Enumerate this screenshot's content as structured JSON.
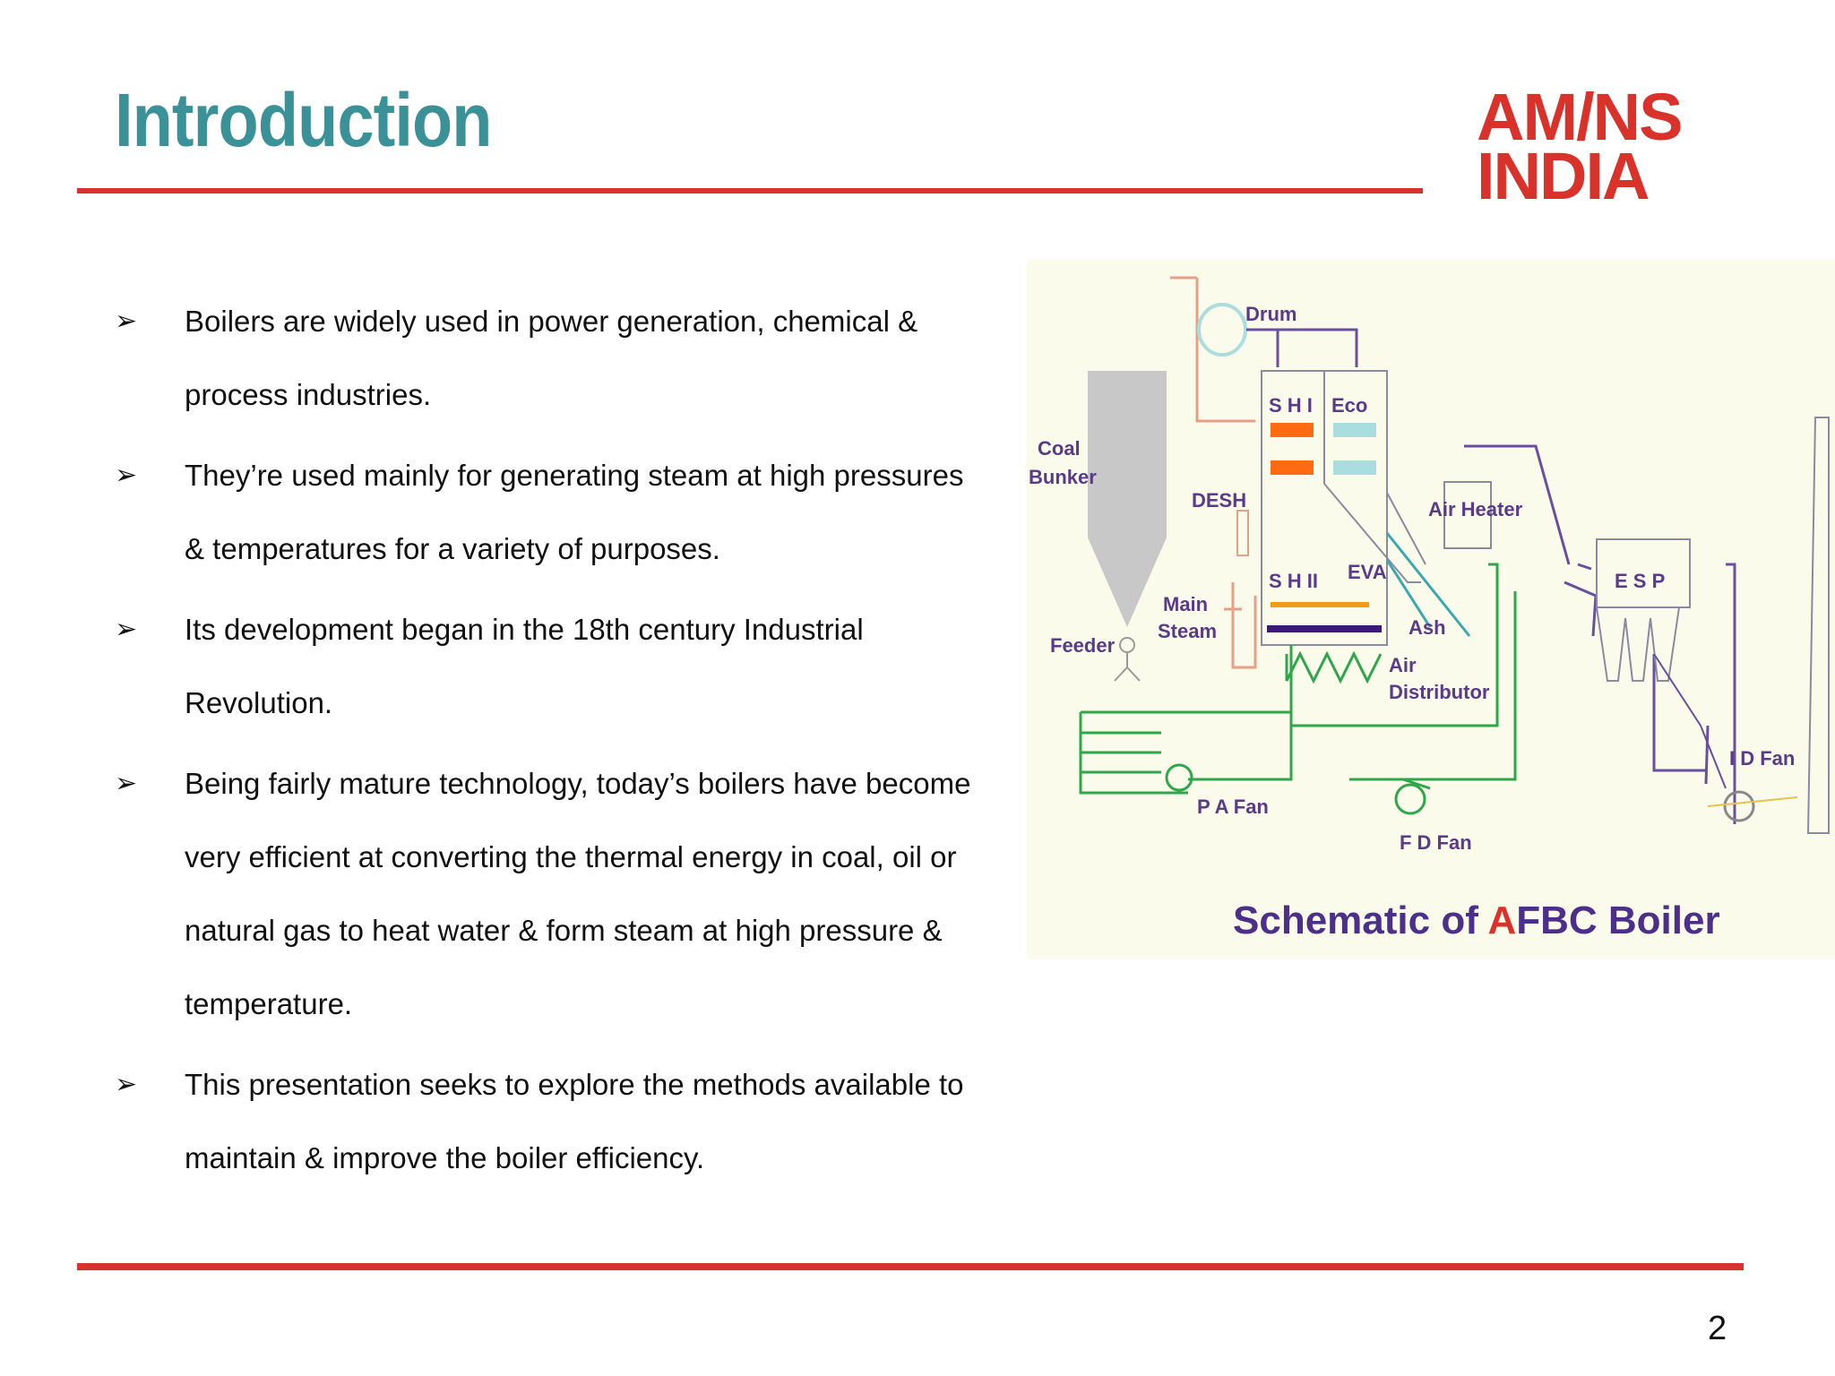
{
  "slide": {
    "title": "Introduction",
    "logo": {
      "line1": "AM/NS",
      "line2": "INDIA"
    },
    "bullet_glyph": "➢",
    "bullets": [
      "Boilers are widely used in power generation, chemical & process industries.",
      "They’re used mainly for generating steam at high pressures & temperatures for a variety of purposes.",
      "Its development began in the 18th century Industrial Revolution.",
      "Being fairly mature technology, today’s boilers have become very efficient at converting the thermal energy in coal, oil or natural gas to heat water & form steam at high pressure & temperature.",
      "This presentation seeks to explore the methods available to maintain & improve the boiler efficiency."
    ],
    "page_number": "2"
  },
  "figure": {
    "caption_parts": [
      "Schematic  of ",
      "A",
      "FBC  Boiler"
    ],
    "labels": {
      "drum": "Drum",
      "coal": "Coal",
      "bunker": "Bunker",
      "desh": "DESH",
      "shi": "S H I",
      "eco": "Eco",
      "shii": "S H II",
      "eva": "EVA",
      "air_heater": "Air Heater",
      "esp": "E S P",
      "main": "Main",
      "steam": "Steam",
      "feeder": "Feeder",
      "ash": "Ash",
      "air": "Air",
      "distributor": "Distributor",
      "pa_fan": "P A Fan",
      "fd_fan": "F D Fan",
      "id_fan": "I  D Fan"
    },
    "colors": {
      "label": "#5a3a8a",
      "caption": "#4b2f8a",
      "caption_accent": "#d8322b",
      "pipe_green": "#2ea64a",
      "pipe_orange": "#e6a085",
      "pipe_purple": "#6a4fa0",
      "bunker_gray": "#c8c8c8",
      "shi_bar": "#ff6a13",
      "eco_bar": "#a9dde0",
      "bed_orange": "#f39a1a",
      "bed_purple": "#3b1a7a"
    }
  }
}
